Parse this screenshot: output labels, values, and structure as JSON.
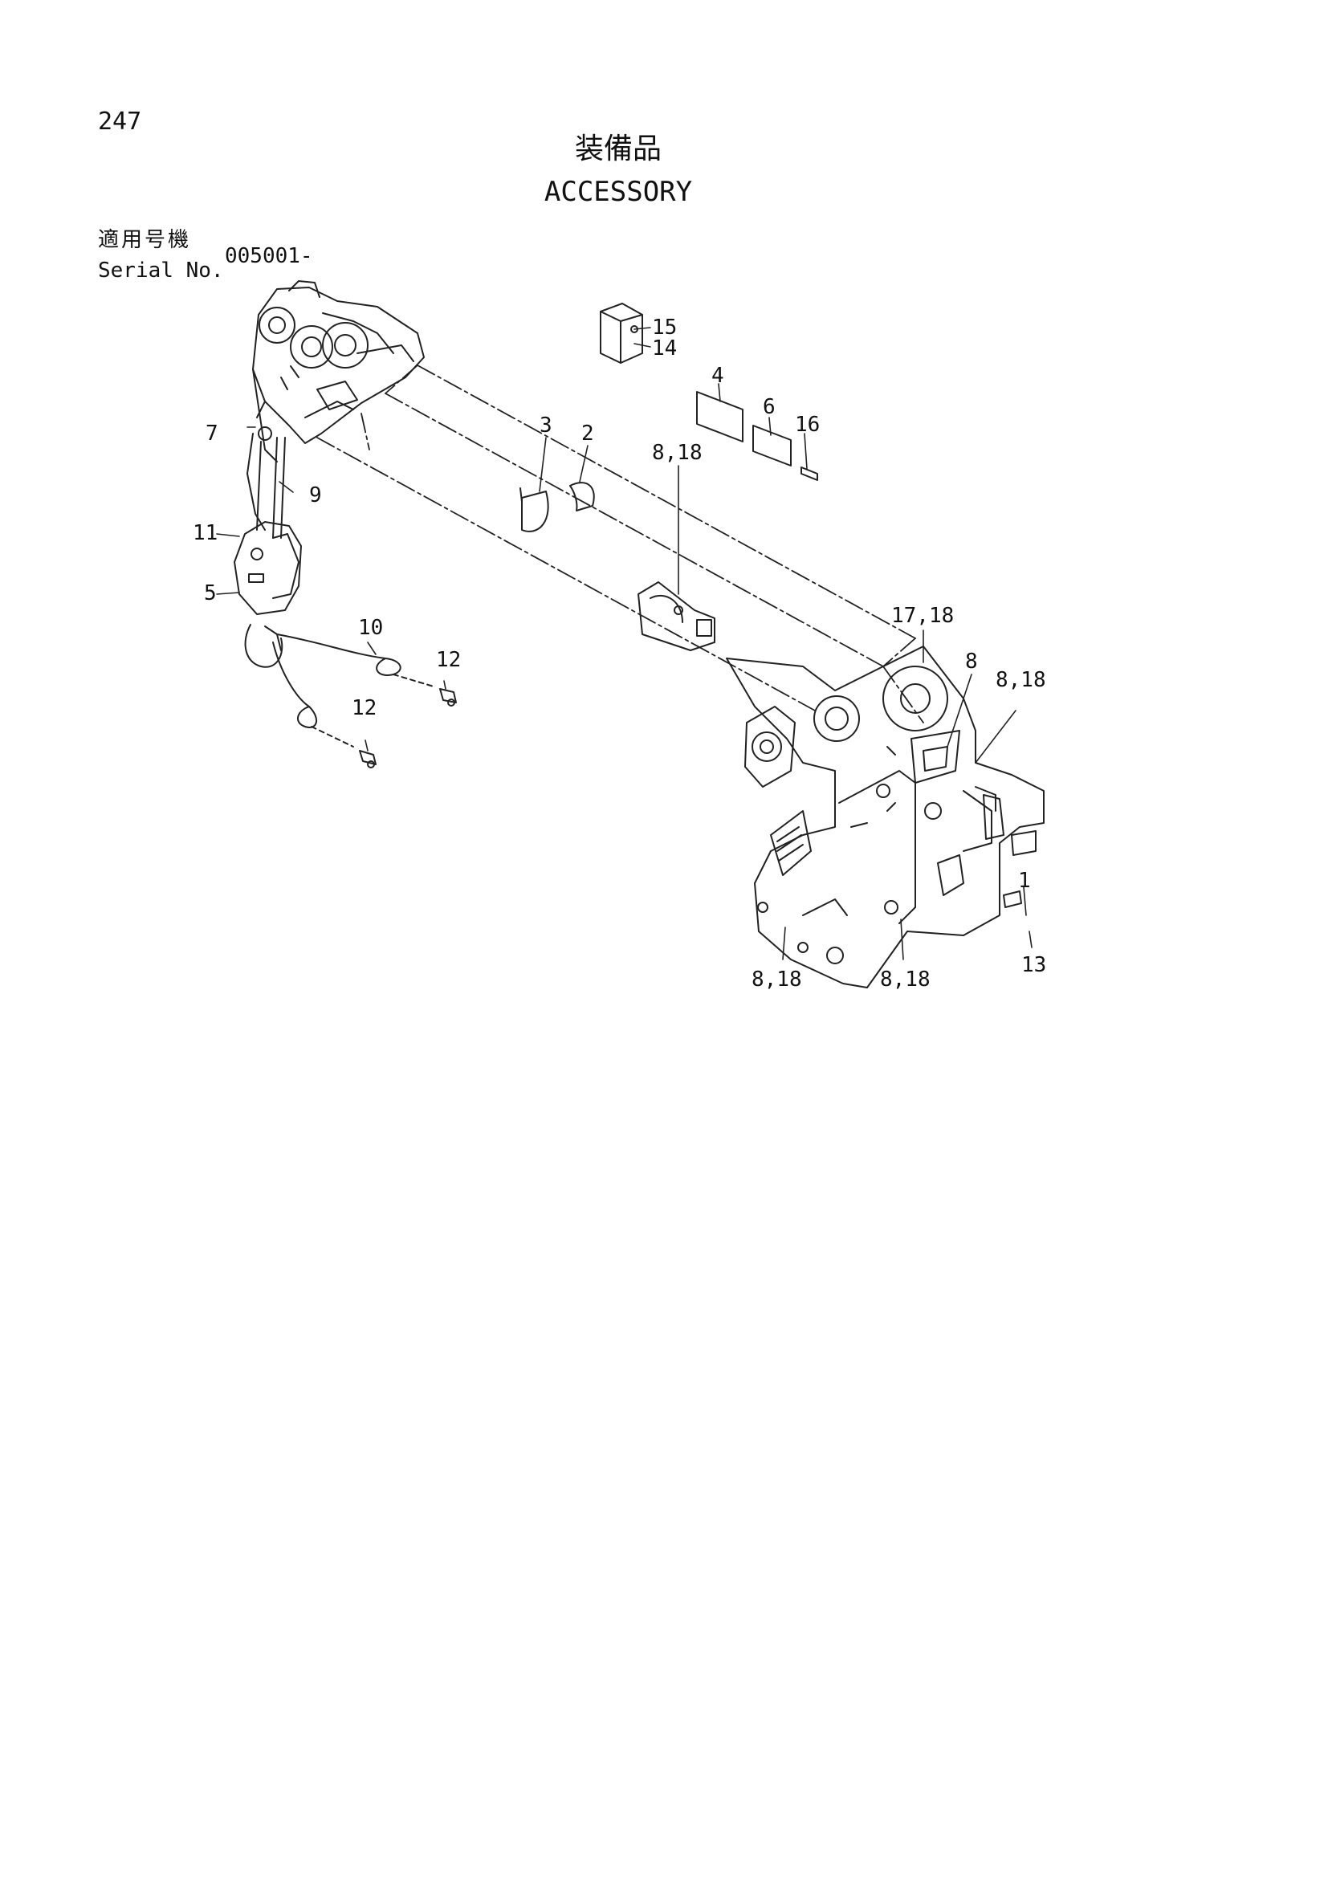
{
  "page": {
    "number": "247",
    "title_jp": "装備品",
    "title_en": "ACCESSORY",
    "serial_label_jp": "適用号機",
    "serial_label_en": "Serial No.",
    "serial_value": "005001-"
  },
  "callouts": [
    "15",
    "14",
    "4",
    "6",
    "16",
    "3",
    "2",
    "8,18",
    "7",
    "9",
    "11",
    "5",
    "10",
    "12",
    "12",
    "17,18",
    "8",
    "8,18",
    "1",
    "13",
    "8,18",
    "8,18"
  ]
}
